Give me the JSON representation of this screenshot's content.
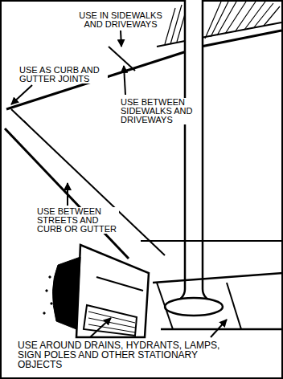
{
  "diagram": {
    "labels": [
      "USE IN SIDEWALKS AND DRIVEWAYS",
      "USE AS CURB AND GUTTER JOINTS",
      "USE BETWEEN SIDEWALKS AND DRIVEWAYS",
      "USE BETWEEN STREETS AND CURB OR GUTTER",
      "USE AROUND DRAINS, HYDRANTS, LAMPS, SIGN POLES AND OTHER STATIONARY OBJECTS"
    ]
  }
}
